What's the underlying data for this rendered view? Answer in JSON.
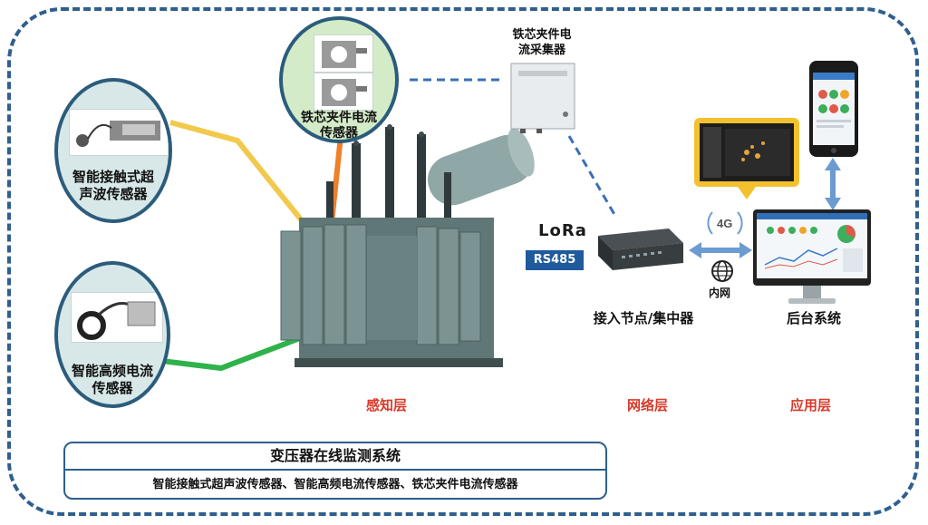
{
  "diagram": {
    "sensors": {
      "ultrasonic": {
        "line1": "智能接触式超",
        "line2": "声波传感器"
      },
      "hf_current": {
        "line1": "智能高频电流",
        "line2": "传感器"
      },
      "core_clamp": {
        "line1": "铁芯夹件电流",
        "line2": "传感器"
      }
    },
    "collector": {
      "line1": "铁芯夹件电",
      "line2": "流采集器"
    },
    "protocols": {
      "lora": "LoRa",
      "rs485": "RS485"
    },
    "network": {
      "node_caption": "接入节点/集中器",
      "intranet": "内网",
      "fourg": "4G"
    },
    "backend": {
      "caption": "后台系统"
    },
    "layers": {
      "perception": "感知层",
      "network": "网络层",
      "application": "应用层"
    },
    "bottom": {
      "title": "变压器在线监测系统",
      "subtitle": "智能接触式超声波传感器、智能高频电流传感器、铁芯夹件电流传感器"
    },
    "colors": {
      "frame": "#2f5f8f",
      "yellow_line": "#f2c94c",
      "orange_line": "#f07f2a",
      "green_line": "#2fb24a",
      "blue_dash": "#3b6fb6",
      "arrow_blue": "#6b9bd1",
      "layer_red": "#d83a2a"
    }
  }
}
